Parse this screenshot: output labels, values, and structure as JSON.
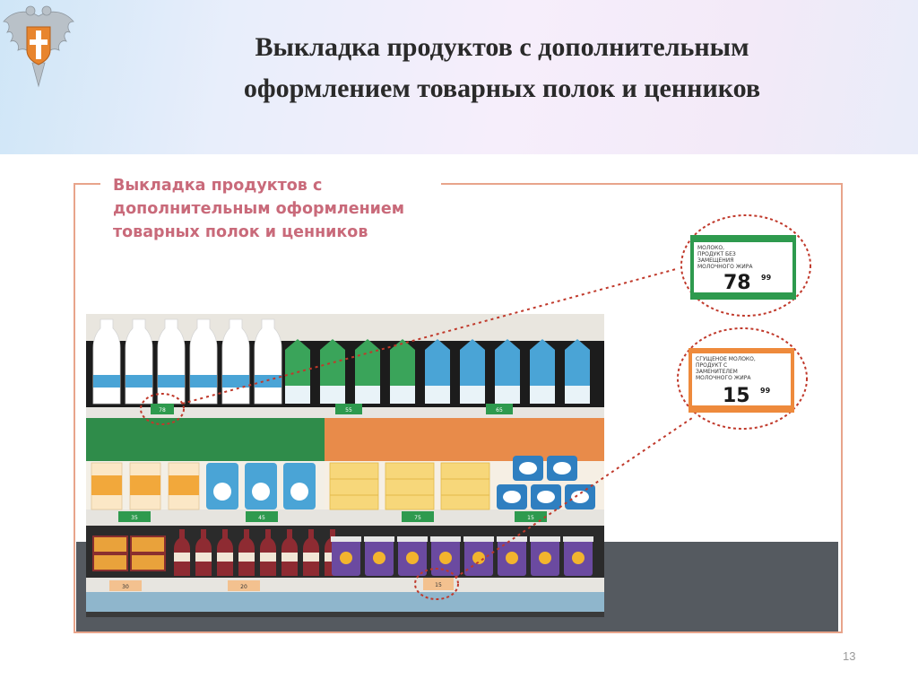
{
  "slide": {
    "title_line1": "Выкладка продуктов с дополнительным",
    "title_line2": "оформлением товарных полок и ценников",
    "page_number": "13"
  },
  "figure": {
    "title_line1": "Выкладка продуктов с",
    "title_line2": "дополнительным оформлением",
    "title_line3": "товарных полок и ценников"
  },
  "callouts": {
    "milk": {
      "line1": "МОЛОКО,",
      "line2": "ПРОДУКТ БЕЗ",
      "line3": "ЗАМЕЩЕНИЯ",
      "line4": "МОЛОЧНОГО ЖИРА",
      "price": "78",
      "cents": "99",
      "color": "#2e9a4e"
    },
    "condensed": {
      "line1": "СГУЩЕНОЕ МОЛОКО,",
      "line2": "ПРОДУКТ С",
      "line3": "ЗАМЕНИТЕЛЕМ",
      "line4": "МОЛОЧНОГО ЖИРА",
      "price": "15",
      "cents": "99",
      "color": "#ee8a3c"
    }
  },
  "shelf_tags": {
    "top": [
      "78",
      "55",
      "65"
    ],
    "middle": [
      "35",
      "45",
      "75",
      "15"
    ],
    "bottom": [
      "30",
      "20",
      "15"
    ]
  },
  "colors": {
    "green_tag": "#2e9a4e",
    "orange_tag": "#ee8a3c",
    "dotted_line": "#c0392b"
  }
}
